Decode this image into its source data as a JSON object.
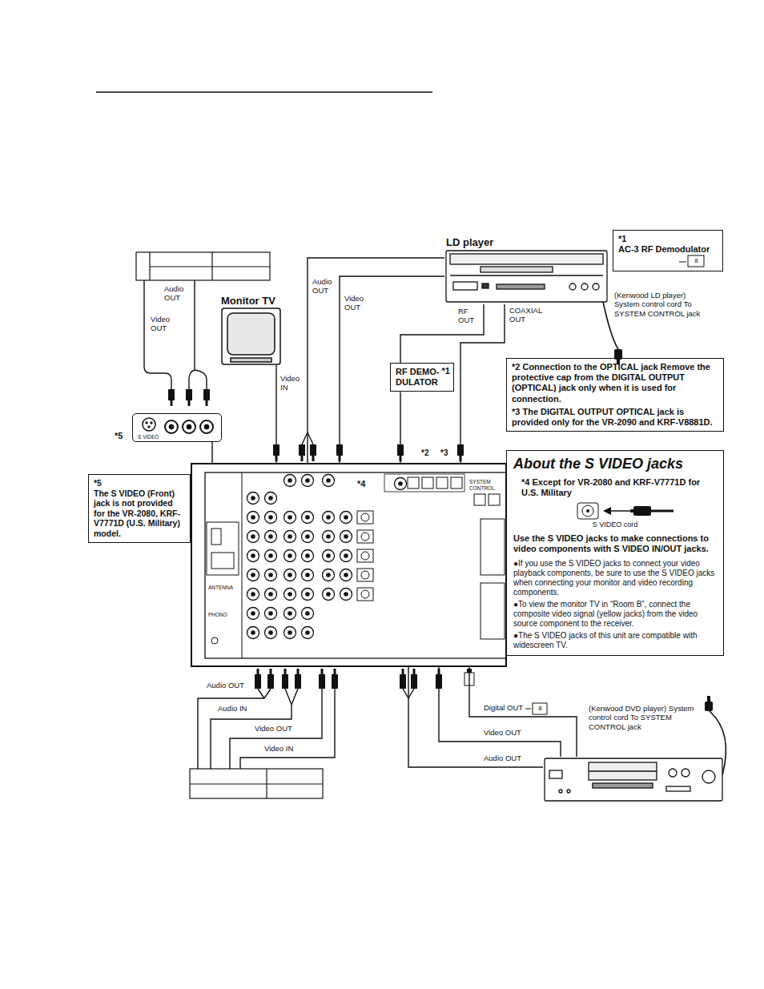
{
  "diagram": {
    "nodes": [
      {
        "text": [
          "LD player",
          "(Kenwood LD player) System control cord To SYSTEM CONTROL jack"
        ]
      },
      {
        "text": [
          "*1",
          "AC-3 RF Demodulator"
        ]
      },
      {
        "text": [
          "Monitor TV"
        ]
      },
      {
        "text": [
          "RF DEMO- DULATOR",
          "*1"
        ]
      },
      {
        "text": [
          "*2 Connection to the OPTICAL jack Remove the protective cap from the DIGITAL OUTPUT (OPTICAL) jack only when it is used for connection.",
          "*3 The DIGITAL OUTPUT OPTICAL jack is provided only for the VR-2090 and KRF-V8881D."
        ]
      },
      {
        "text": [
          "S VIDEO"
        ]
      },
      {
        "text": [
          "*5",
          "The S VIDEO (Front) jack is not provided for the VR-2080, KRF-V7771D (U.S. Military) model."
        ]
      },
      {
        "text": [
          "ANTENNA",
          "PHONO",
          "SYSTEM CONTROL"
        ]
      },
      {
        "text": [
          "About the S VIDEO jacks",
          "*4 Except for VR-2080 and KRF-V7771D for U.S. Military",
          "S VIDEO cord",
          "Use the S VIDEO jacks to make connections to video components with S VIDEO IN/OUT jacks.",
          "●If you use the S VIDEO jacks to connect your video playback components, be sure to use the S VIDEO jacks when connecting your monitor and video recording components.",
          "●To view the monitor TV in “Room B”, connect the composite video signal (yellow jacks) from the video source component to the receiver.",
          "●The S VIDEO jacks of this unit are compatible with widescreen TV."
        ]
      },
      {
        "text": [
          "(Kenwood DVD player) System control cord To SYSTEM CONTROL jack"
        ]
      }
    ],
    "edges": [
      {
        "from": 0,
        "to": 3,
        "label": "RF OUT",
        "arrow": "none"
      },
      {
        "from": 3,
        "to": 7,
        "arrow": "none"
      },
      {
        "from": 0,
        "to": 7,
        "label": "Audio OUT",
        "arrow": "none"
      },
      {
        "from": 0,
        "to": 7,
        "label": "Video OUT",
        "arrow": "none"
      },
      {
        "from": 0,
        "to": 7,
        "label": "COAXIAL OUT",
        "arrow": "none"
      },
      {
        "from": 7,
        "to": 2,
        "label": "Video IN",
        "arrow": "none"
      },
      {
        "from": 9,
        "to": 7,
        "label": "Audio OUT",
        "arrow": "none"
      },
      {
        "from": 9,
        "to": 7,
        "label": "Video OUT",
        "arrow": "none"
      },
      {
        "from": 9,
        "to": 7,
        "label": "Digital OUT",
        "arrow": "none"
      },
      {
        "from": 5,
        "to": 7,
        "arrow": "none"
      }
    ],
    "labels": [
      "Audio OUT",
      "Video OUT",
      "*5",
      "*2",
      "*3",
      "*4",
      "8",
      "Audio OUT",
      "Audio IN",
      "Video OUT",
      "Video IN",
      "8"
    ]
  }
}
